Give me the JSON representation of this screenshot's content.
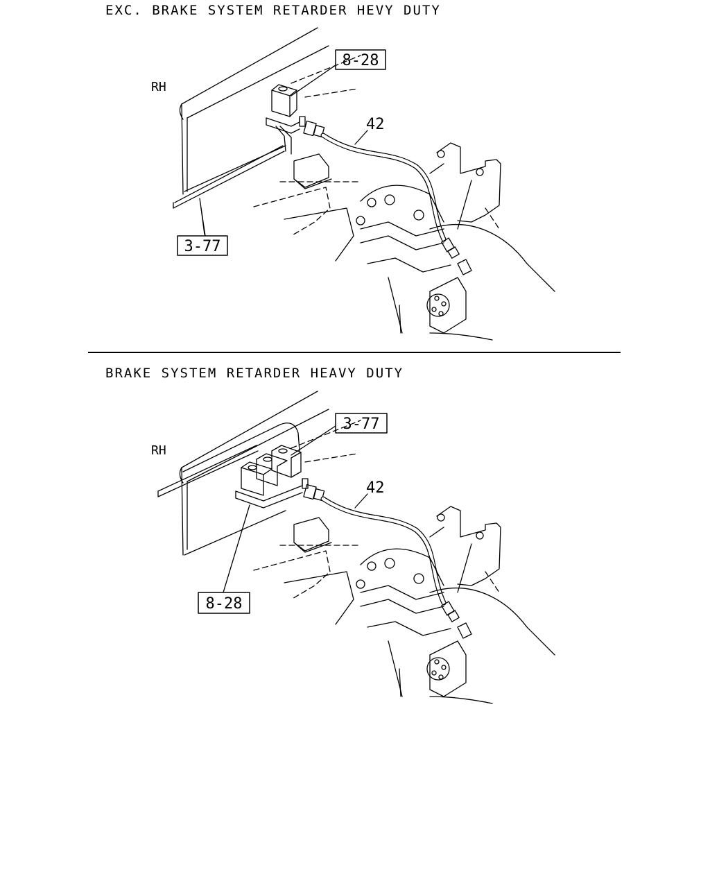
{
  "sections": [
    {
      "title": "EXC. BRAKE SYSTEM RETARDER HEVY DUTY",
      "side_label": "RH",
      "ref_top": "8-28",
      "ref_bottom": "3-77",
      "part_number": "42"
    },
    {
      "title": "BRAKE SYSTEM RETARDER HEAVY DUTY",
      "side_label": "RH",
      "ref_top": "3-77",
      "ref_bottom": "8-28",
      "part_number": "42"
    }
  ]
}
